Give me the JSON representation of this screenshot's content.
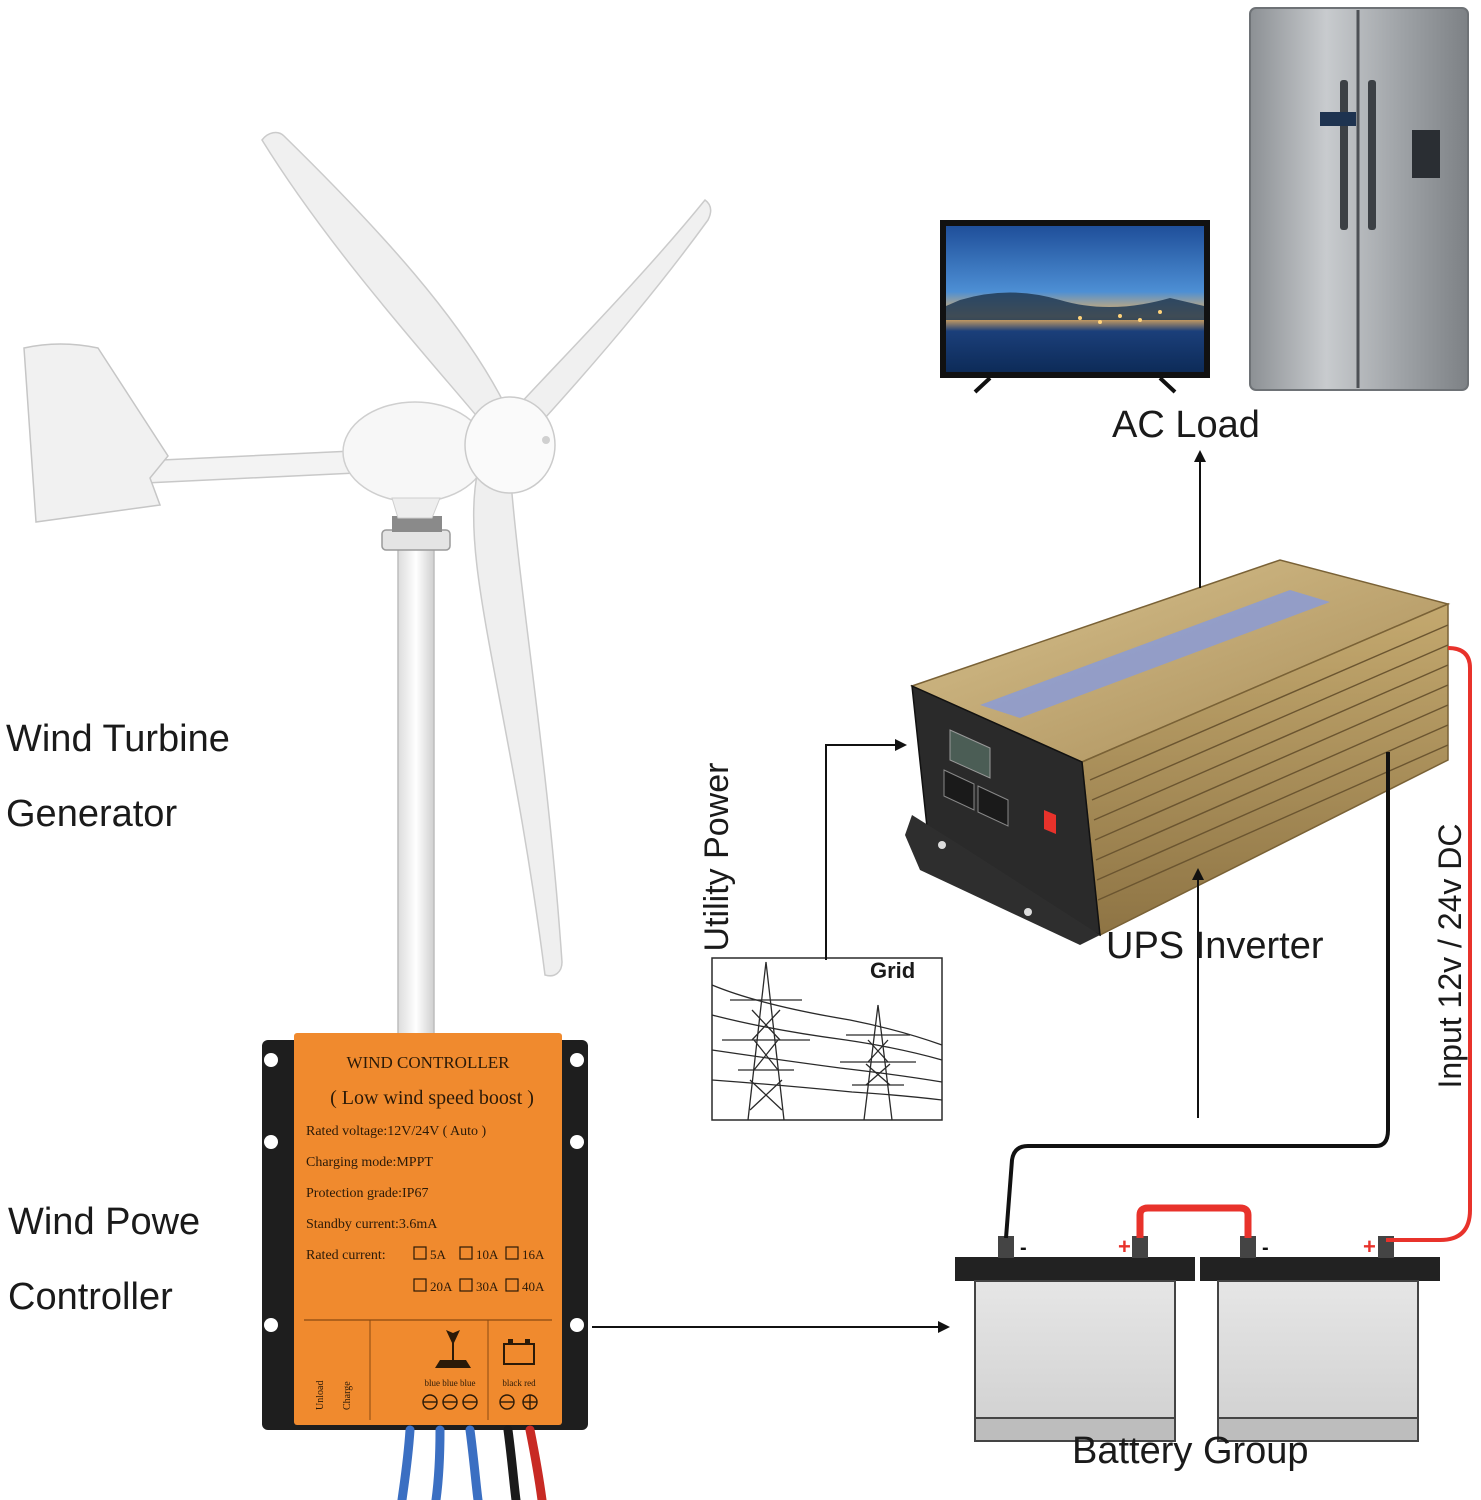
{
  "labels": {
    "wind_turbine_line1": "Wind Turbine",
    "wind_turbine_line2": "Generator",
    "wind_controller_line1": "Wind Powe",
    "wind_controller_line2": "Controller",
    "ac_load": "AC Load",
    "ups_inverter": "UPS Inverter",
    "utility_power": "Utility Power",
    "grid": "Grid",
    "battery_group": "Battery Group",
    "battery_input": "Input 12v / 24v DC"
  },
  "controller": {
    "title": "WIND CONTROLLER",
    "subtitle": "( Low wind speed boost )",
    "rated_voltage": "Rated voltage:12V/24V ( Auto )",
    "charging_mode": "Charging mode:MPPT",
    "protection_grade": "Protection grade:IP67",
    "standby_current": "Standby current:3.6mA",
    "rated_current_label": "Rated current:",
    "current_options_row1": [
      "5A",
      "10A",
      "16A"
    ],
    "current_options_row2": [
      "20A",
      "30A",
      "40A"
    ],
    "terminal_unload": "Unload",
    "terminal_charge": "Charge",
    "wire_turbine": "blue blue blue",
    "wire_battery": "black red"
  },
  "battery": {
    "negative_symbol": "-",
    "positive_symbol": "+"
  },
  "colors": {
    "controller_orange": "#f08a2e",
    "controller_body": "#1e1e1e",
    "inverter_gold": "#c9b07a",
    "positive_wire": "#e8322b",
    "negative_wire": "#111111",
    "battery_body": "#dadada",
    "fridge_steel": "#a9adb1",
    "tv_screen_sky": "#2f6fb8"
  }
}
